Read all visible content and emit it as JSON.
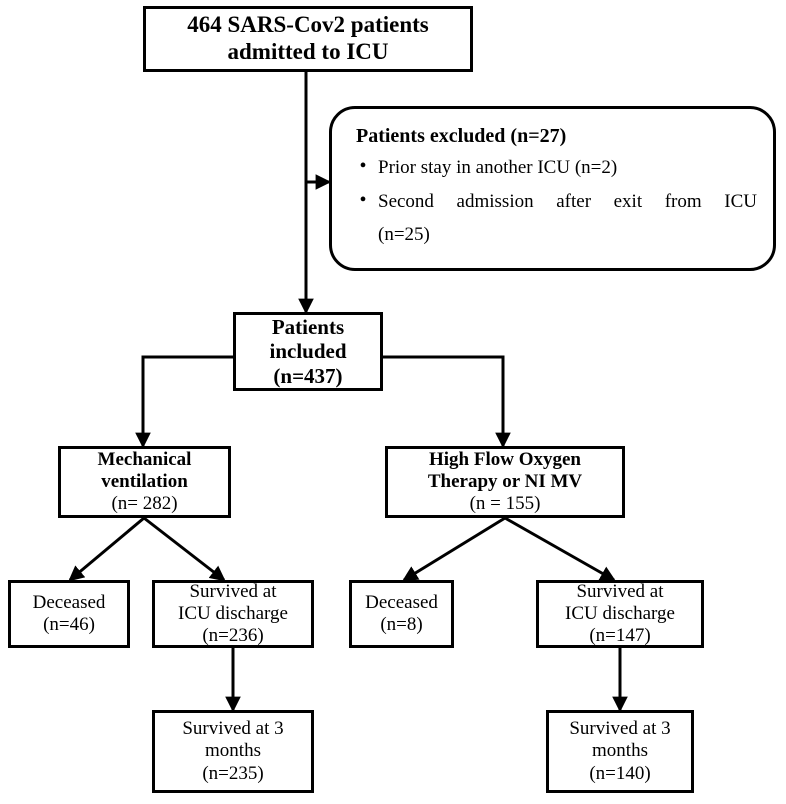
{
  "diagram": {
    "type": "patient-flow-chart",
    "line_color": "#000000",
    "background": "#ffffff",
    "nodes": {
      "top": {
        "line1": "464  SARS-Cov2 patients",
        "line2": "admitted to ICU"
      },
      "excluded": {
        "title": "Patients excluded (n=27)",
        "bullet_marker": "•",
        "items": [
          "Prior stay in another ICU (n=2)",
          "Second admission after exit from ICU",
          "(n=25)"
        ]
      },
      "included": {
        "line1": "Patients",
        "line2": "included",
        "line3": "(n=437)"
      },
      "mechanical_ventilation": {
        "line1": "Mechanical",
        "line2": "ventilation",
        "count": "(n= 282)"
      },
      "high_flow": {
        "line1": "High Flow Oxygen",
        "line2": "Therapy or NI MV",
        "count": "(n = 155)"
      },
      "deceased_left": {
        "line1": "Deceased",
        "count": "(n=46)"
      },
      "survived_discharge_left": {
        "line1": "Survived  at",
        "line2": "ICU discharge",
        "count": "(n=236)"
      },
      "deceased_right": {
        "line1": "Deceased",
        "count": "(n=8)"
      },
      "survived_discharge_right": {
        "line1": "Survived at",
        "line2": "ICU discharge",
        "count": "(n=147)"
      },
      "survived_3months_left": {
        "line1": "Survived at 3",
        "line2": "months",
        "count": "(n=235)"
      },
      "survived_3months_right": {
        "line1": "Survived at 3",
        "line2": "months",
        "count": "(n=140)"
      }
    }
  }
}
